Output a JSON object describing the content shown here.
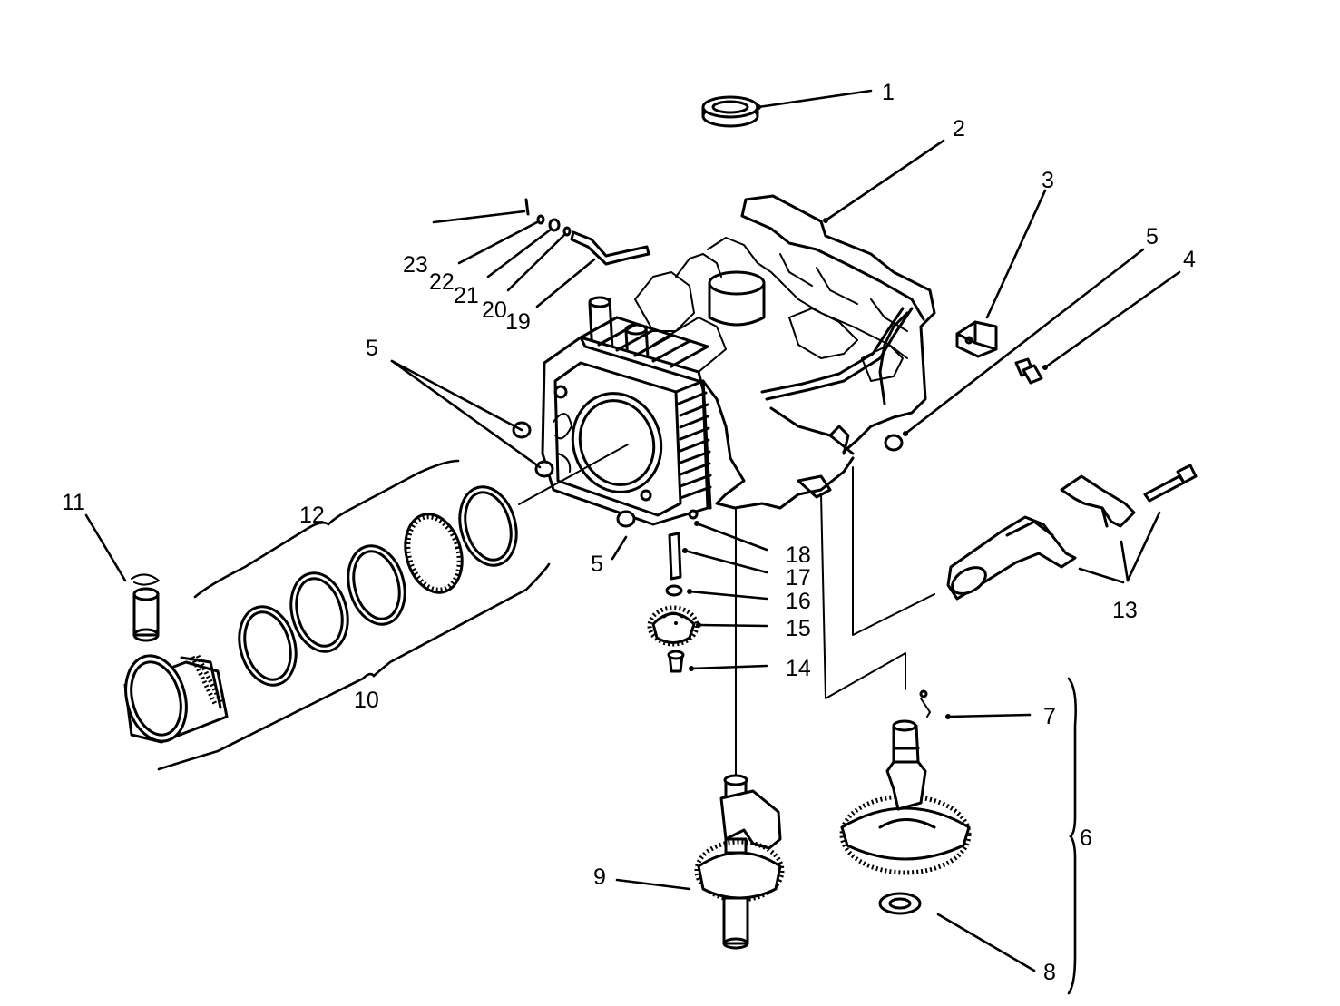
{
  "callouts": {
    "c1": "1",
    "c2": "2",
    "c3": "3",
    "c4": "4",
    "c5a": "5",
    "c5b": "5",
    "c5c": "5",
    "c6": "6",
    "c7": "7",
    "c8": "8",
    "c9": "9",
    "c10": "10",
    "c11": "11",
    "c12": "12",
    "c13": "13",
    "c14": "14",
    "c15": "15",
    "c16": "16",
    "c17": "17",
    "c18": "18",
    "c19": "19",
    "c20": "20",
    "c21": "21",
    "c22": "22",
    "c23": "23"
  },
  "parts": [
    {
      "id": "seal",
      "icon": "oil-seal-icon"
    },
    {
      "id": "crankcase",
      "icon": "crankcase-icon"
    },
    {
      "id": "bracket",
      "icon": "bracket-icon"
    },
    {
      "id": "bolt",
      "icon": "bolt-icon"
    },
    {
      "id": "dowel",
      "icon": "dowel-pin-icon"
    },
    {
      "id": "camshaft",
      "icon": "camshaft-icon"
    },
    {
      "id": "washer",
      "icon": "washer-icon"
    },
    {
      "id": "crankshaft",
      "icon": "crankshaft-icon"
    },
    {
      "id": "piston",
      "icon": "piston-icon"
    },
    {
      "id": "piston-rings",
      "icon": "piston-ring-icon"
    },
    {
      "id": "connecting-rod",
      "icon": "connecting-rod-icon"
    },
    {
      "id": "governor-gear",
      "icon": "gear-icon"
    },
    {
      "id": "governor-shaft",
      "icon": "governor-shaft-icon"
    }
  ],
  "colors": {
    "ink": "#000000",
    "paper": "#ffffff"
  }
}
